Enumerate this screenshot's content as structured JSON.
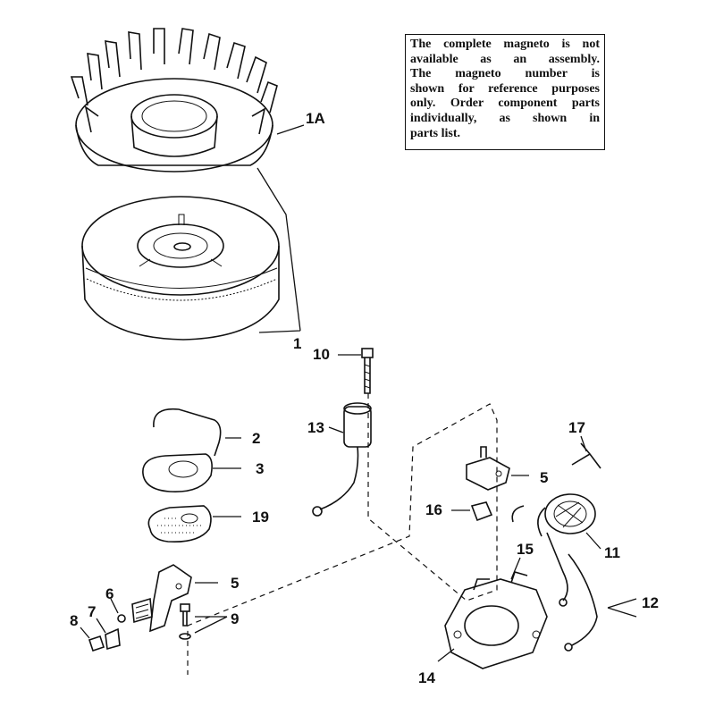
{
  "note": {
    "lines": [
      "The complete magneto is not",
      "available as an assembly.",
      "The magneto number is",
      "shown for reference purposes",
      "only. Order component parts",
      "individually, as shown in",
      "parts list."
    ]
  },
  "callouts": {
    "c1a": "1A",
    "c1": "1",
    "c10": "10",
    "c2": "2",
    "c3": "3",
    "c13": "13",
    "c19": "19",
    "c5a": "5",
    "c5b": "5",
    "c16": "16",
    "c17": "17",
    "c11": "11",
    "c15": "15",
    "c12": "12",
    "c6": "6",
    "c7": "7",
    "c8": "8",
    "c9": "9",
    "c14": "14"
  }
}
